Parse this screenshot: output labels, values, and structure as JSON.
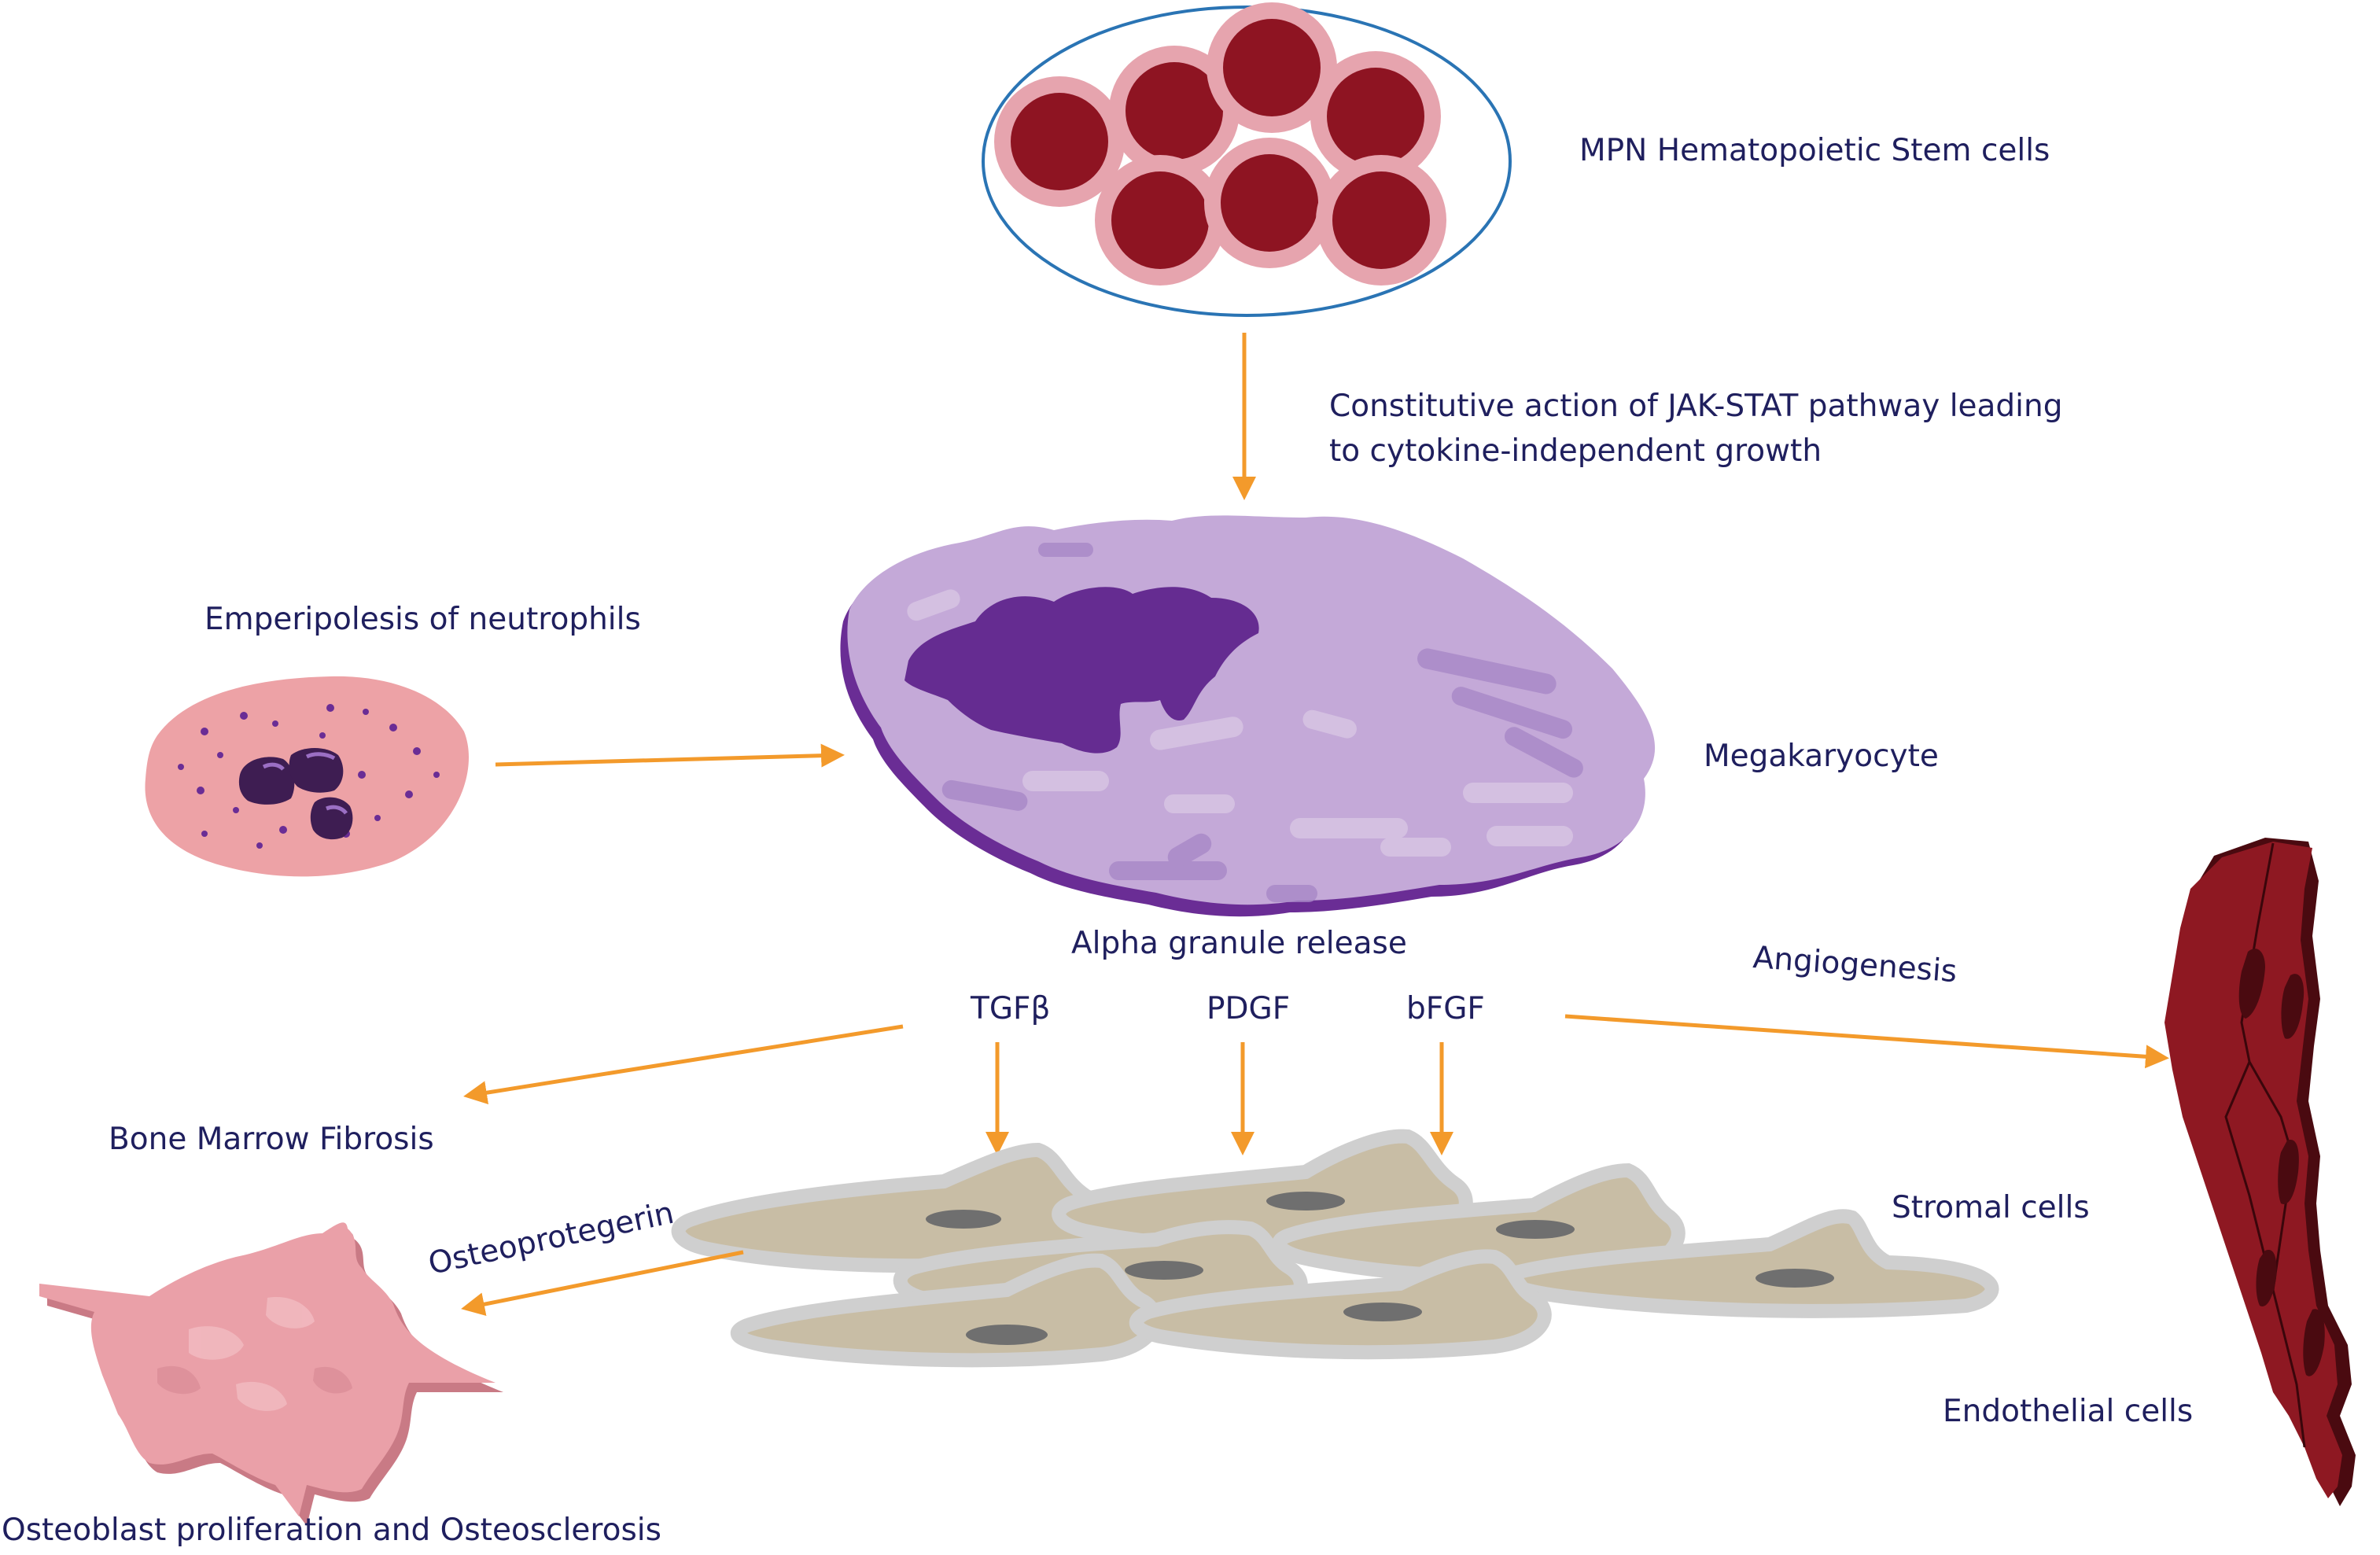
{
  "labels": {
    "stem_cells": "MPN Hematopoietic Stem cells",
    "jak_stat_line1": "Constitutive action of JAK-STAT pathway leading",
    "jak_stat_line2": "to cytokine-independent growth",
    "emperipolesis": "Emperipolesis of neutrophils",
    "megakaryocyte": "Megakaryocyte",
    "alpha_granule": "Alpha granule release",
    "tgfb": "TGFβ",
    "pdgf": "PDGF",
    "bfgf": "bFGF",
    "angiogenesis": "Angiogenesis",
    "bone_marrow_fibrosis": "Bone Marrow Fibrosis",
    "osteoprotegerin": "Osteoprotegerin",
    "stromal_cells": "Stromal cells",
    "endothelial_cells": "Endothelial cells",
    "osteoblast": "Osteoblast proliferation and Osteosclerosis"
  },
  "colors": {
    "arrow": "#f39a2b",
    "text": "#1f1f5e",
    "stem_cell_outer": "#e6a4ae",
    "stem_cell_inner": "#8e1422",
    "stem_ellipse_stroke": "#2a74b4",
    "megakaryocyte_body": "#c4a9d8",
    "megakaryocyte_edge": "#6a2d95",
    "megakaryocyte_nucleus": "#652c91",
    "neutrophil_body": "#eda2a6",
    "stromal_fill": "#c8bda5",
    "stromal_outline": "#cfcfcf",
    "endothelial": "#8e1822",
    "osteoblast": "#eaa0a8"
  }
}
